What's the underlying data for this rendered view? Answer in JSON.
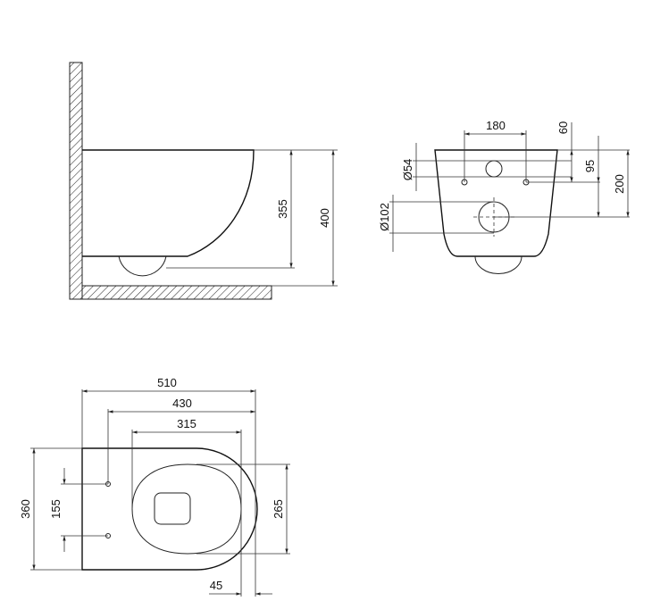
{
  "side_view": {
    "dim_355": "355",
    "dim_400": "400"
  },
  "rear_view": {
    "dim_180": "180",
    "dim_60": "60",
    "dim_95": "95",
    "dim_200": "200",
    "dim_d54": "Ø54",
    "dim_d102": "Ø102"
  },
  "top_view": {
    "dim_510": "510",
    "dim_430": "430",
    "dim_315": "315",
    "dim_360": "360",
    "dim_155": "155",
    "dim_265": "265",
    "dim_45": "45"
  }
}
